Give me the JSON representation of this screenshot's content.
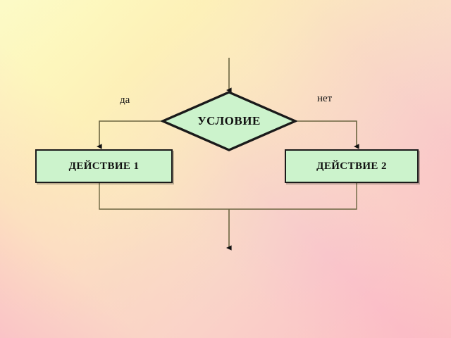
{
  "diagram": {
    "kind": "flowchart",
    "title_text": "",
    "decision": {
      "label": "УСЛОВИЕ",
      "shape": "diamond",
      "fill_color": "#ccf3cc",
      "border_color": "#1a1a1a"
    },
    "branches": [
      {
        "label": "да",
        "side": "left"
      },
      {
        "label": "нет",
        "side": "right"
      }
    ],
    "actions": [
      {
        "label": "ДЕЙСТВИЕ 1",
        "shape": "rectangle",
        "fill_color": "#ccf3cc",
        "border_color": "#1a1a1a"
      },
      {
        "label": "ДЕЙСТВИЕ 2",
        "shape": "rectangle",
        "fill_color": "#ccf3cc",
        "border_color": "#1a1a1a"
      }
    ],
    "connectors": {
      "line_color": "#6b6540",
      "arrow_color": "#111111",
      "entry": "top-arrow-into-decision",
      "exit": "bottom-arrow-after-merge"
    },
    "background": {
      "corner_top_left": "#fcfbc8",
      "corner_top_right": "#fbbfc8",
      "corner_bottom_left": "#fbbcc6",
      "corner_bottom_right": "#fcfbc8"
    }
  }
}
